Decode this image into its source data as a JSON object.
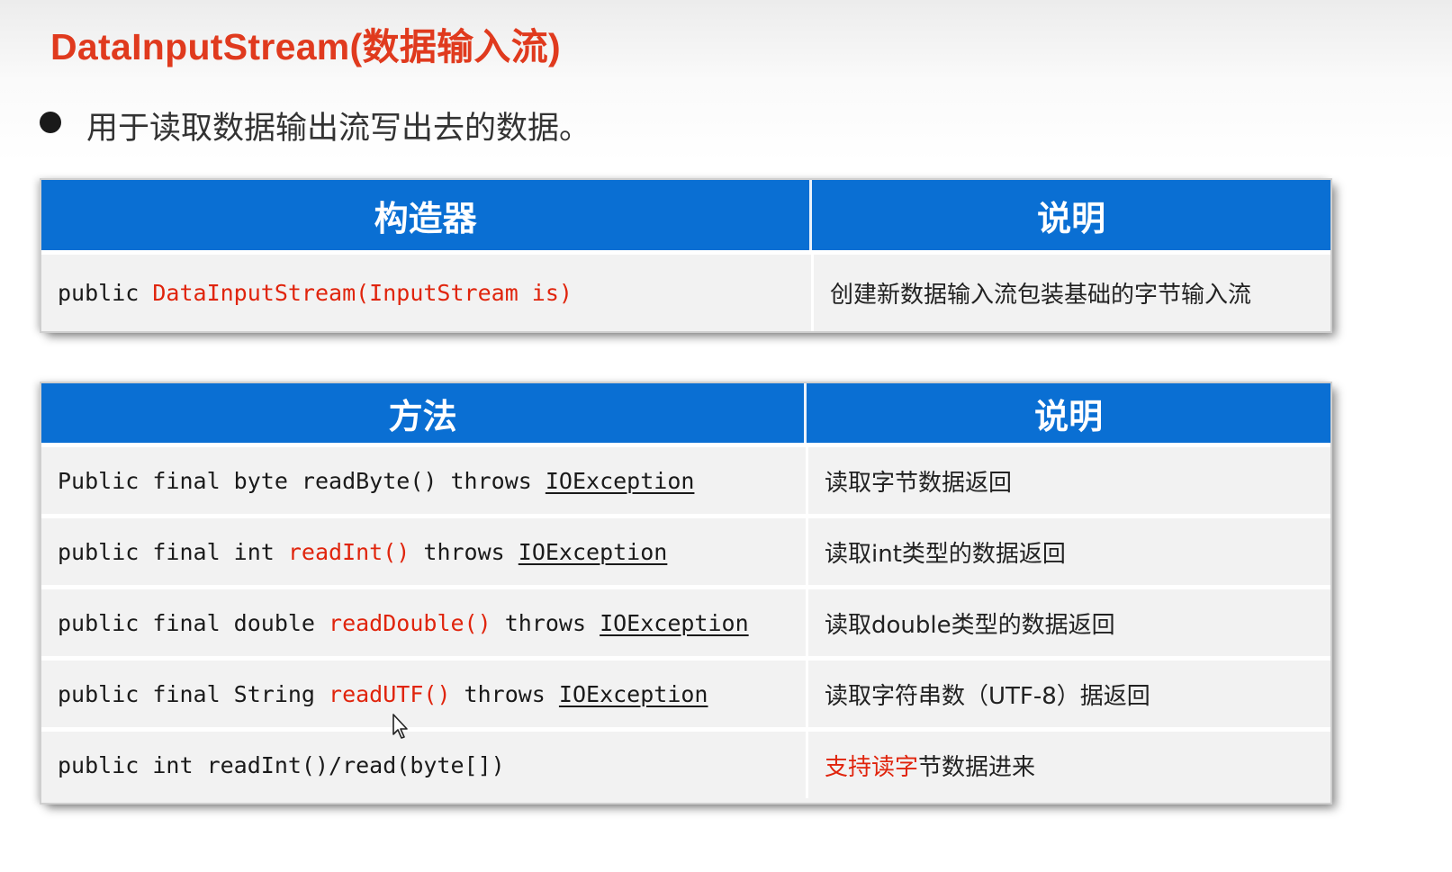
{
  "title": "DataInputStream(数据输入流)",
  "bullet": "用于读取数据输出流写出去的数据。",
  "colors": {
    "title": "#e03a1e",
    "header_bg": "#0a6fd3",
    "highlight": "#e0240c"
  },
  "constructor_table": {
    "headers": [
      "构造器",
      "说明"
    ],
    "rows": [
      {
        "sig": {
          "kw": "public ",
          "name": "DataInputStream(InputStream is)"
        },
        "desc": "创建新数据输入流包装基础的字节输入流"
      }
    ]
  },
  "method_table": {
    "headers": [
      "方法",
      "说明"
    ],
    "rows": [
      {
        "pre": "Public final byte readByte() throws ",
        "name": "",
        "post": "",
        "exc": "IOException",
        "desc": "读取字节数据返回"
      },
      {
        "pre": "public final int ",
        "name": "readInt()",
        "post": " throws ",
        "exc": "IOException",
        "desc": "读取int类型的数据返回"
      },
      {
        "pre": "public final double ",
        "name": "readDouble()",
        "post": " throws ",
        "exc": "IOException",
        "desc": "读取double类型的数据返回"
      },
      {
        "pre": "public final String ",
        "name": "readUTF()",
        "post": " throws ",
        "exc": "IOException",
        "desc": "读取字符串数（UTF-8）据返回"
      },
      {
        "pre": "public int readInt()/read(byte[])",
        "name": "",
        "post": "",
        "exc": "",
        "desc_red": "支持读字",
        "desc": "节数据进来"
      }
    ]
  },
  "cursor_icon": "mouse-pointer-icon"
}
